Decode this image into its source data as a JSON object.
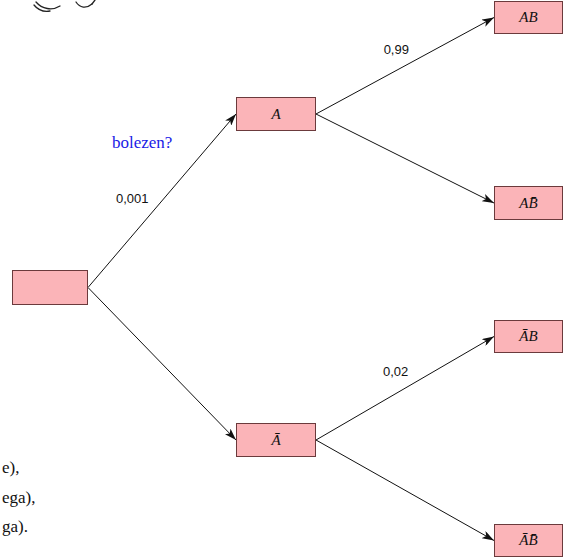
{
  "diagram": {
    "nodes": [
      {
        "text": []
      },
      {
        "text": [
          "A"
        ]
      },
      {
        "text": [
          "AB"
        ]
      },
      {
        "text": [
          "AB̄"
        ]
      },
      {
        "text": [
          "Ā"
        ]
      },
      {
        "text": [
          "ĀB"
        ]
      },
      {
        "text": [
          "ĀB̄"
        ]
      }
    ],
    "edges": [
      {
        "from": 0,
        "to": 1,
        "arrow": "to",
        "label": "0,001"
      },
      {
        "from": 0,
        "to": 4,
        "arrow": "to"
      },
      {
        "from": 1,
        "to": 2,
        "arrow": "to",
        "label": "0,99"
      },
      {
        "from": 1,
        "to": 3,
        "arrow": "to"
      },
      {
        "from": 4,
        "to": 5,
        "arrow": "to",
        "label": "0,02"
      },
      {
        "from": 4,
        "to": 6,
        "arrow": "to"
      }
    ],
    "labels": [
      "bolezen?",
      "e),",
      "ega),",
      "ga)."
    ]
  }
}
